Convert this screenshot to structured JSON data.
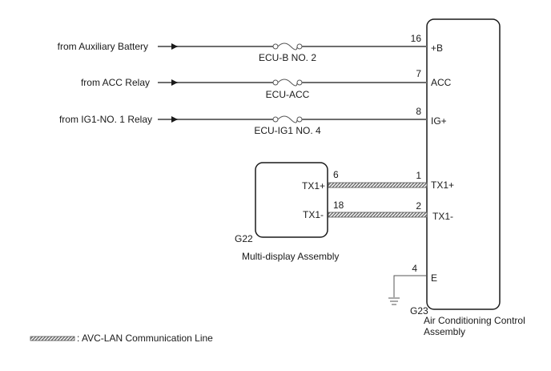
{
  "diagram": {
    "sources": [
      {
        "label": "from Auxiliary Battery",
        "fuse": "ECU-B NO. 2",
        "pin": "16",
        "terminal": "+B"
      },
      {
        "label": "from ACC Relay",
        "fuse": "ECU-ACC",
        "pin": "7",
        "terminal": "ACC"
      },
      {
        "label": "from IG1-NO. 1 Relay",
        "fuse": "ECU-IG1 NO. 4",
        "pin": "8",
        "terminal": "IG+"
      }
    ],
    "multi_display": {
      "connector": "G22",
      "name": "Multi-display Assembly",
      "terminals": [
        {
          "label": "TX1+",
          "pin": "6"
        },
        {
          "label": "TX1-",
          "pin": "18"
        }
      ]
    },
    "ac_control": {
      "connector": "G23",
      "name_line1": "Air Conditioning Control",
      "name_line2": "Assembly",
      "comm_terminals": [
        {
          "label": "TX1+",
          "pin": "1"
        },
        {
          "label": "TX1-",
          "pin": "2"
        }
      ],
      "ground_terminal": {
        "label": "E",
        "pin": "4"
      }
    },
    "legend": {
      "text": ": AVC-LAN Communication Line"
    }
  }
}
